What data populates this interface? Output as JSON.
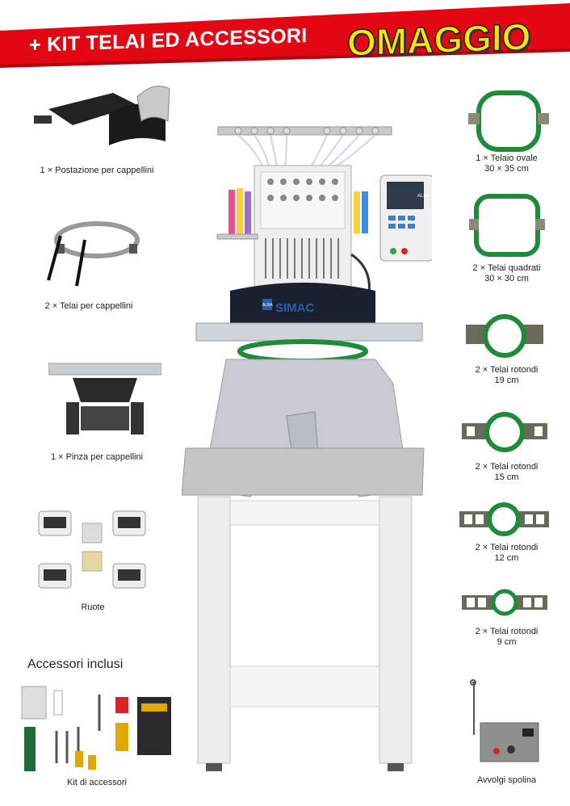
{
  "banner": {
    "prefix": "+ KIT TELAI ED ACCESSORI",
    "highlight": "OMAGGIO"
  },
  "left_items": [
    {
      "label": "1 × Postazione per cappellini"
    },
    {
      "label": "2 × Telai per cappellini"
    },
    {
      "label": "1 × Pinza per cappellini"
    },
    {
      "label": "Ruote"
    },
    {
      "label": "Kit di accessori"
    }
  ],
  "right_items": [
    {
      "line1": "1 × Telaio ovale",
      "line2": "30 × 35 cm"
    },
    {
      "line1": "2 × Telai quadrati",
      "line2": "30 × 30 cm"
    },
    {
      "line1": "2 × Telai rotondi",
      "line2": "19 cm"
    },
    {
      "line1": "2 × Telai rotondi",
      "line2": "15 cm"
    },
    {
      "line1": "2 × Telai rotondi",
      "line2": "12 cm"
    },
    {
      "line1": "2 × Telai rotondi",
      "line2": "9 cm"
    },
    {
      "line1": "Avvolgi spolina",
      "line2": ""
    }
  ],
  "accessories_title": "Accessori inclusi",
  "machine": {
    "brand": "SIMAC",
    "panel_logo": "ALBA",
    "head_logo": "ALBA"
  },
  "colors": {
    "banner_red": "#e30613",
    "highlight_yellow": "#ffe600",
    "hoop_green": "#1e8a3a"
  }
}
